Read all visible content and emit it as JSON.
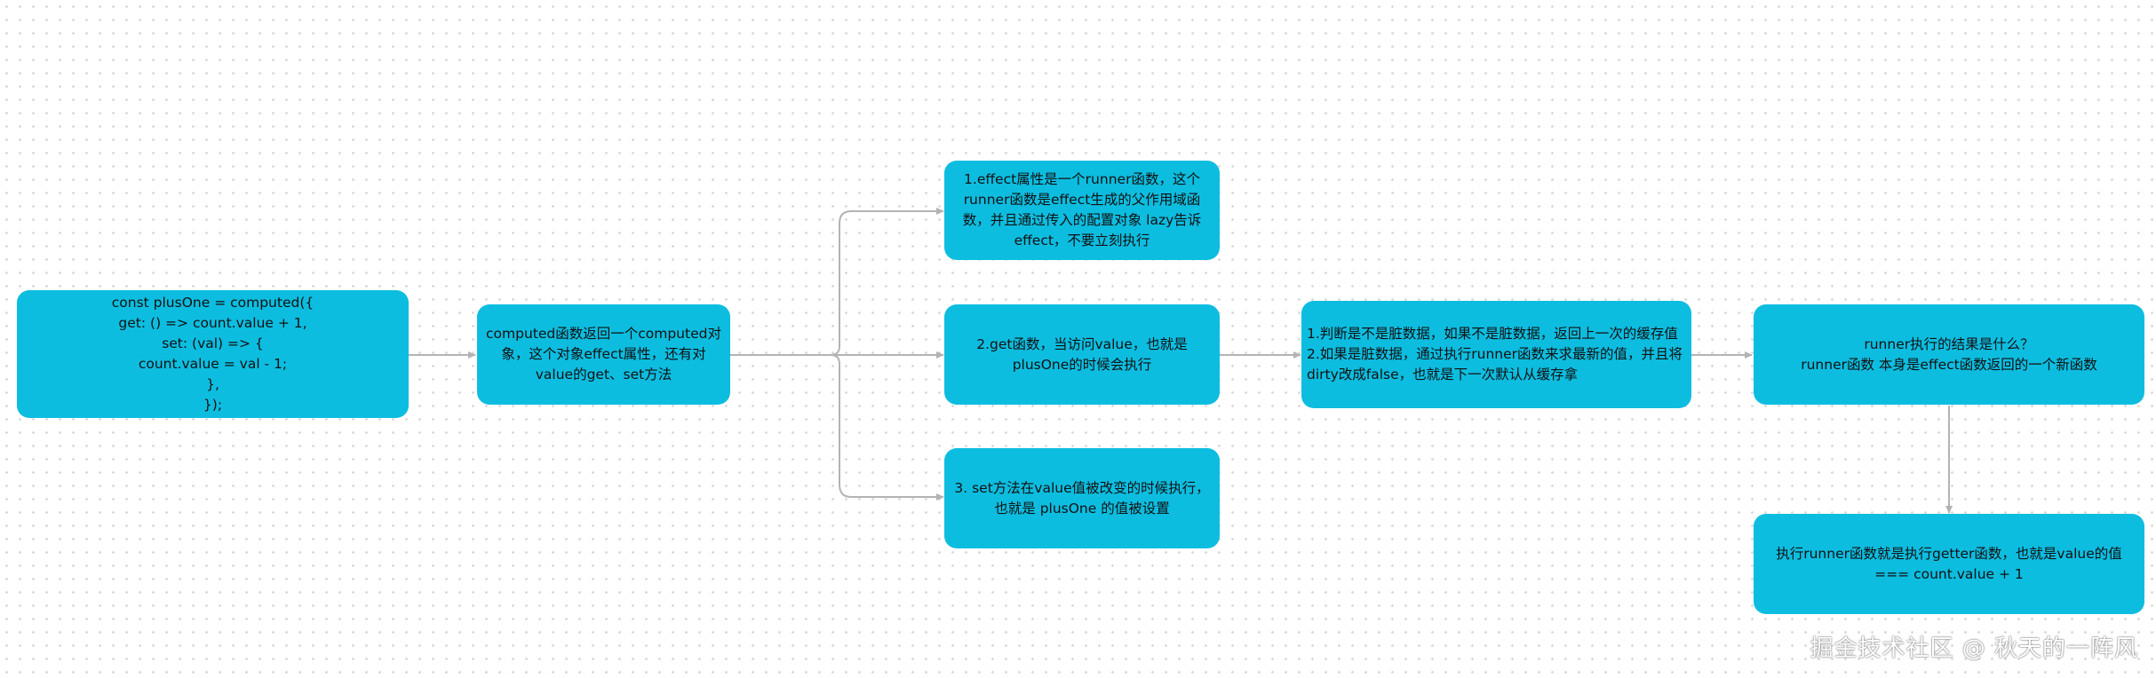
{
  "nodes": {
    "code": "const plusOne = computed({\nget: () => count.value + 1,\nset: (val) => {\ncount.value = val - 1;\n},\n});",
    "computed_return": "computed函数返回一个computed对象，这个对象effect属性，还有对value的get、set方法",
    "effect_attr": "1.effect属性是一个runner函数，这个runner函数是effect生成的父作用域函数，并且通过传入的配置对象 lazy告诉effect，不要立刻执行",
    "get_fn": "2.get函数，当访问value，也就是plusOne的时候会执行",
    "set_fn": "3. set方法在value值被改变的时候执行，也就是 plusOne 的值被设置",
    "dirty_check": "1.判断是不是脏数据，如果不是脏数据，返回上一次的缓存值\n2.如果是脏数据，通过执行runner函数来求最新的值，并且将dirty改成false，也就是下一次默认从缓存拿",
    "runner_result": "runner执行的结果是什么？\nrunner函数 本身是effect函数返回的一个新函数",
    "runner_exec": "执行runner函数就是执行getter函数，也就是value的值=== count.value + 1"
  },
  "watermark": "掘金技术社区 @ 秋天的一阵风",
  "colors": {
    "node_fill": "#0dbde0",
    "connector": "#b3b3b3",
    "text": "#111111"
  }
}
